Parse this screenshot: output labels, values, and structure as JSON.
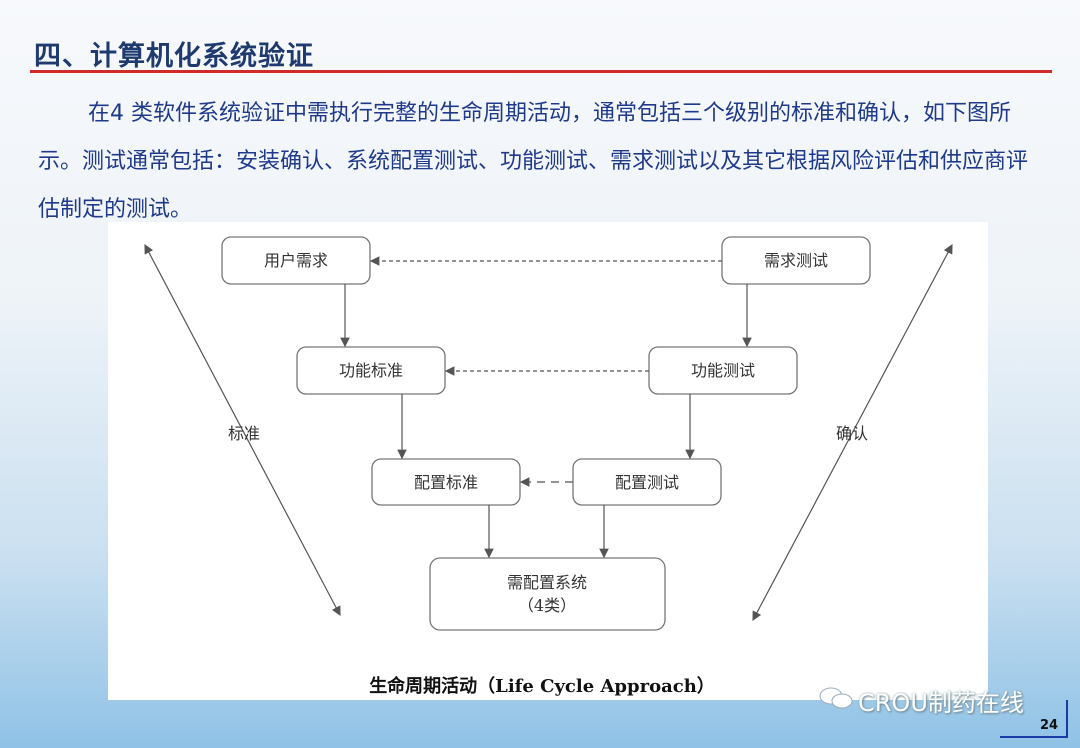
{
  "slide": {
    "title": "四、计算机化系统验证",
    "paragraph": "在4 类软件系统验证中需执行完整的生命周期活动，通常包括三个级别的标准和确认，如下图所示。测试通常包括：安装确认、系统配置测试、功能测试、需求测试以及其它根据风险评估和供应商评估制定的测试。",
    "page_number": "24",
    "watermark": "CROU制药在线"
  },
  "diagram": {
    "user_requirements": "用户需求",
    "requirements_test": "需求测试",
    "functional_spec": "功能标准",
    "functional_test": "功能测试",
    "config_spec": "配置标准",
    "config_test": "配置测试",
    "system_line1": "需配置系统",
    "system_line2": "（4类）",
    "left_label": "标准",
    "right_label": "确认",
    "caption": "生命周期活动（Life Cycle Approach）"
  },
  "colors": {
    "title": "#1f3a6e",
    "rule": "#d02a2a",
    "text": "#1f3a8a"
  }
}
